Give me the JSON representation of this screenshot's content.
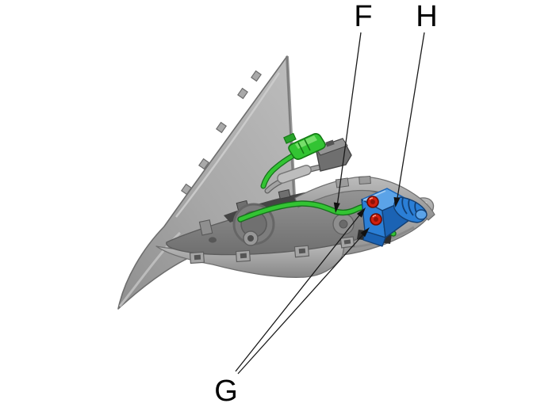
{
  "diagram": {
    "type": "technical-exploded-view",
    "labels": {
      "f": "F",
      "g": "G",
      "h": "H"
    },
    "callouts": [
      {
        "label": "F",
        "points_to": "green-harness-wire"
      },
      {
        "label": "G",
        "points_to": "red-screws"
      },
      {
        "label": "H",
        "points_to": "blue-module"
      }
    ],
    "colors": {
      "background": "#ffffff",
      "harness_green": "#33c433",
      "harness_green_dark": "#17701c",
      "module_blue": "#2b7fd6",
      "module_blue_light": "#5ba3e8",
      "module_blue_dark": "#1b63b4",
      "screw_red": "#d0200f",
      "line_black": "#1a1a1a",
      "panel_gray": "#a8a8a8"
    }
  }
}
